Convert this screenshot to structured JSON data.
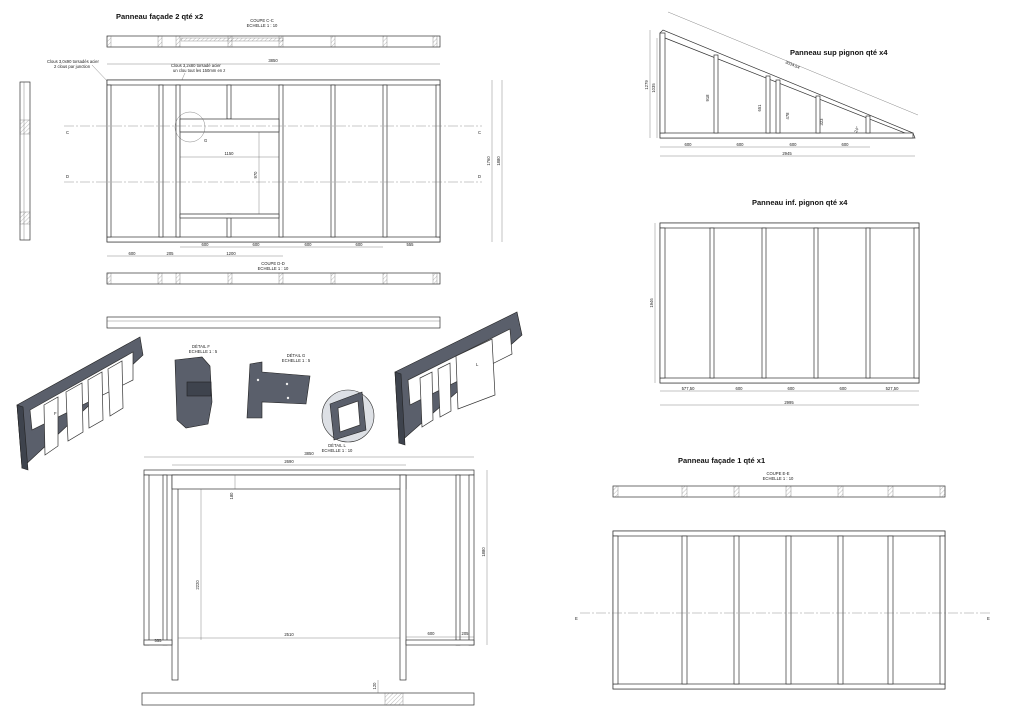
{
  "titles": {
    "facade2": "Panneau façade 2 qté x2",
    "sup_pignon": "Panneau sup pignon qté x4",
    "inf_pignon": "Panneau inf. pignon qté x4",
    "facade1": "Panneau façade 1 qté x1"
  },
  "sections": {
    "cc_title": "COUPE C-C",
    "cc_scale": "ECHELLE 1 : 10",
    "dd_title": "COUPE D-D",
    "dd_scale": "ECHELLE 1 : 10",
    "ee_title": "COUPE E-E",
    "ee_scale": "ECHELLE 1 : 10"
  },
  "details": {
    "f_title": "DÉTAIL F",
    "f_scale": "ECHELLE 1 : 5",
    "g_title": "DÉTAIL G",
    "g_scale": "ECHELLE 1 : 5",
    "l_title": "DÉTAIL L",
    "l_scale": "ECHELLE 1 : 10"
  },
  "notes": {
    "n1_l1": "Clous 3,0x90 torsadés acier",
    "n1_l2": "2 clous par junction",
    "n2_l1": "Clous 3,2x80 torsadé acier",
    "n2_l2": "un clou tout les 150mm en z"
  },
  "marks": {
    "c": "C",
    "d": "D",
    "e": "E",
    "g": "G",
    "f": "F",
    "l": "L"
  },
  "dims_facade2": {
    "total": "3850",
    "height": "1880",
    "height_inner": "1760",
    "window_w": "1150",
    "window_h": "970",
    "d600a": "600",
    "d205": "205",
    "d600b": "600",
    "d600c": "600",
    "d600d": "600",
    "d600e": "600",
    "d555": "555",
    "d1200": "1200"
  },
  "dims_sup": {
    "diag": "3034,54",
    "h_total": "1279",
    "h_left": "1035",
    "h1": "918",
    "h2": "651",
    "h3": "478",
    "h4": "323",
    "h5": "24°",
    "s1": "600",
    "s2": "600",
    "s3": "600",
    "s4": "600",
    "total": "2945"
  },
  "dims_inf": {
    "height": "1946",
    "s1": "577,50",
    "s2": "600",
    "s3": "600",
    "s4": "600",
    "s5": "527,50",
    "total": "2995"
  },
  "dims_door": {
    "total": "3850",
    "inner": "2690",
    "h_right": "1880",
    "top": "180",
    "door_h": "2220",
    "door_w": "2510",
    "left": "555",
    "r600": "600",
    "r205": "205",
    "bottom": "120"
  }
}
